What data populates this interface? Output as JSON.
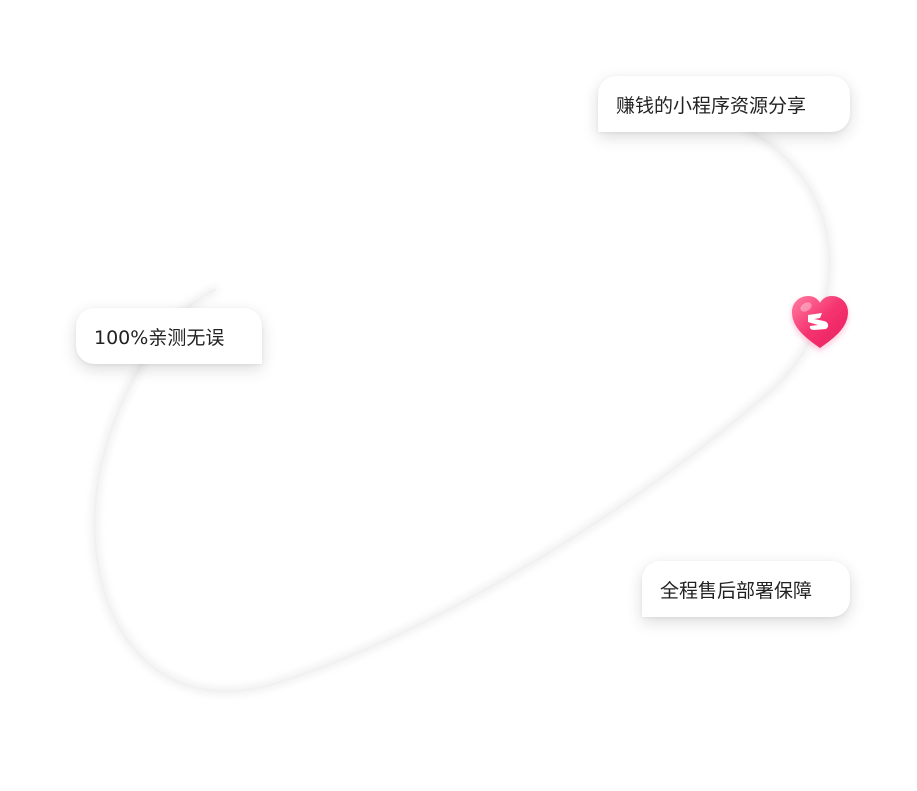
{
  "labels": {
    "top": "赚钱的小程序资源分享",
    "left": "100%亲测无误",
    "bottom": "全程售后部署保障"
  },
  "icons": {
    "badge": "heart-hand-icon"
  },
  "colors": {
    "heart": "#f5286a",
    "heart_light": "#ff6b93",
    "text": "#222222",
    "background": "#ffffff"
  }
}
